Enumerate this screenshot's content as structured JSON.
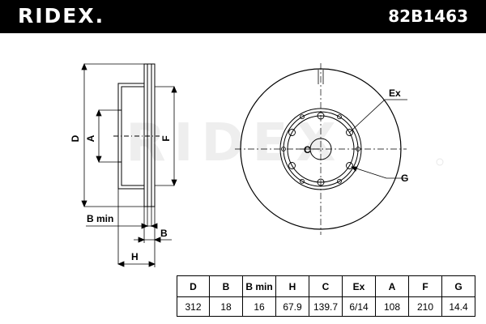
{
  "header": {
    "brand": "RIDEX.",
    "part_number": "82B1463",
    "background": "#000000",
    "text_color": "#ffffff"
  },
  "watermark": "RIDEX",
  "drawing": {
    "side_view_labels": {
      "D": "D",
      "A": "A",
      "F": "F",
      "B_min": "B min",
      "B": "B",
      "H": "H"
    },
    "front_view_labels": {
      "Ex": "Ex",
      "C": "C",
      "G": "G"
    }
  },
  "specs_table": {
    "headers": [
      "D",
      "B",
      "B min",
      "H",
      "C",
      "Ex",
      "A",
      "F",
      "G"
    ],
    "values": [
      "312",
      "18",
      "16",
      "67.9",
      "139.7",
      "6/14",
      "108",
      "210",
      "14.4"
    ]
  }
}
